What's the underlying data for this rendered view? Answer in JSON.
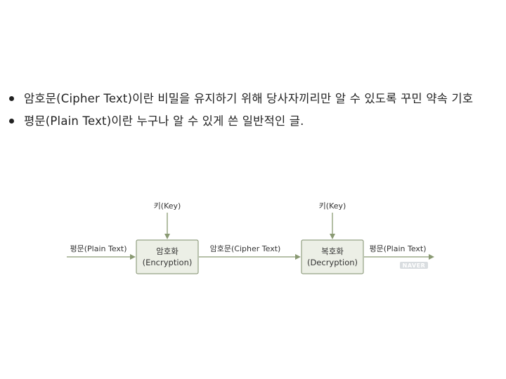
{
  "bullets": [
    "암호문(Cipher Text)이란 비밀을 유지하기 위해 당사자끼리만 알 수 있도록 꾸민 약속 기호",
    "평문(Plain Text)이란 누구나 알 수 있게 쓴 일반적인 글."
  ],
  "diagram": {
    "input_label": "평문(Plain Text)",
    "encrypt_box": {
      "line1": "암호화",
      "line2": "(Encryption)"
    },
    "encrypt_key": "키(Key)",
    "middle_label": "암호문(Cipher Text)",
    "decrypt_box": {
      "line1": "복호화",
      "line2": "(Decryption)"
    },
    "decrypt_key": "키(Key)",
    "output_label": "평문(Plain Text)",
    "watermark": "NAVER"
  },
  "colors": {
    "box_fill": "#ecefe6",
    "box_stroke": "#7d8c6a",
    "arrow": "#8a9a73",
    "watermark_bg": "#d9dde0"
  }
}
